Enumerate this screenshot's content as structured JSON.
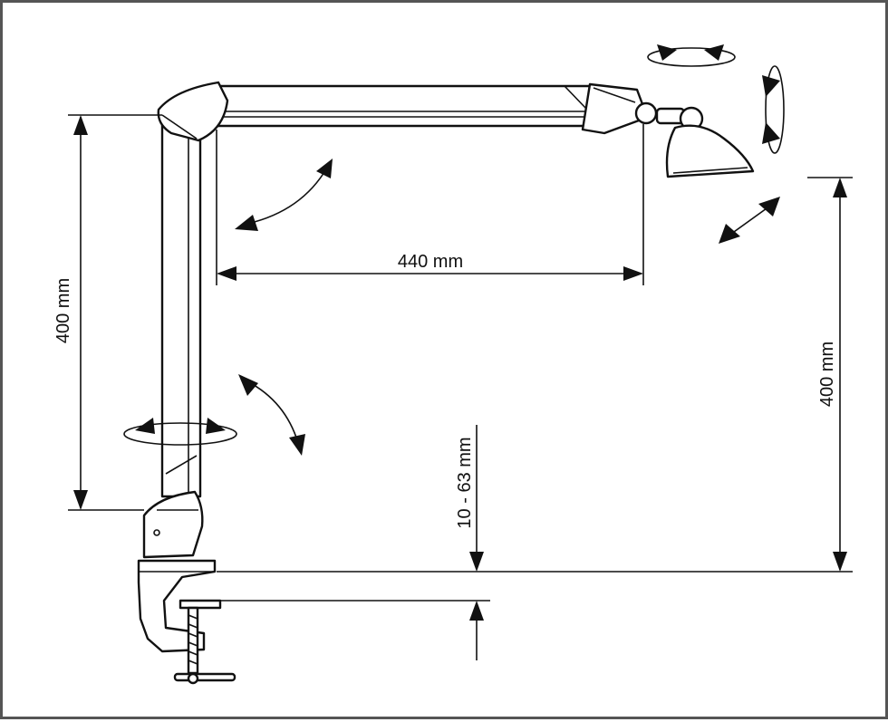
{
  "dimensions": {
    "arm_length": "440 mm",
    "post_height": "400 mm",
    "head_height": "400 mm",
    "clamp_range": "10 - 63 mm"
  }
}
